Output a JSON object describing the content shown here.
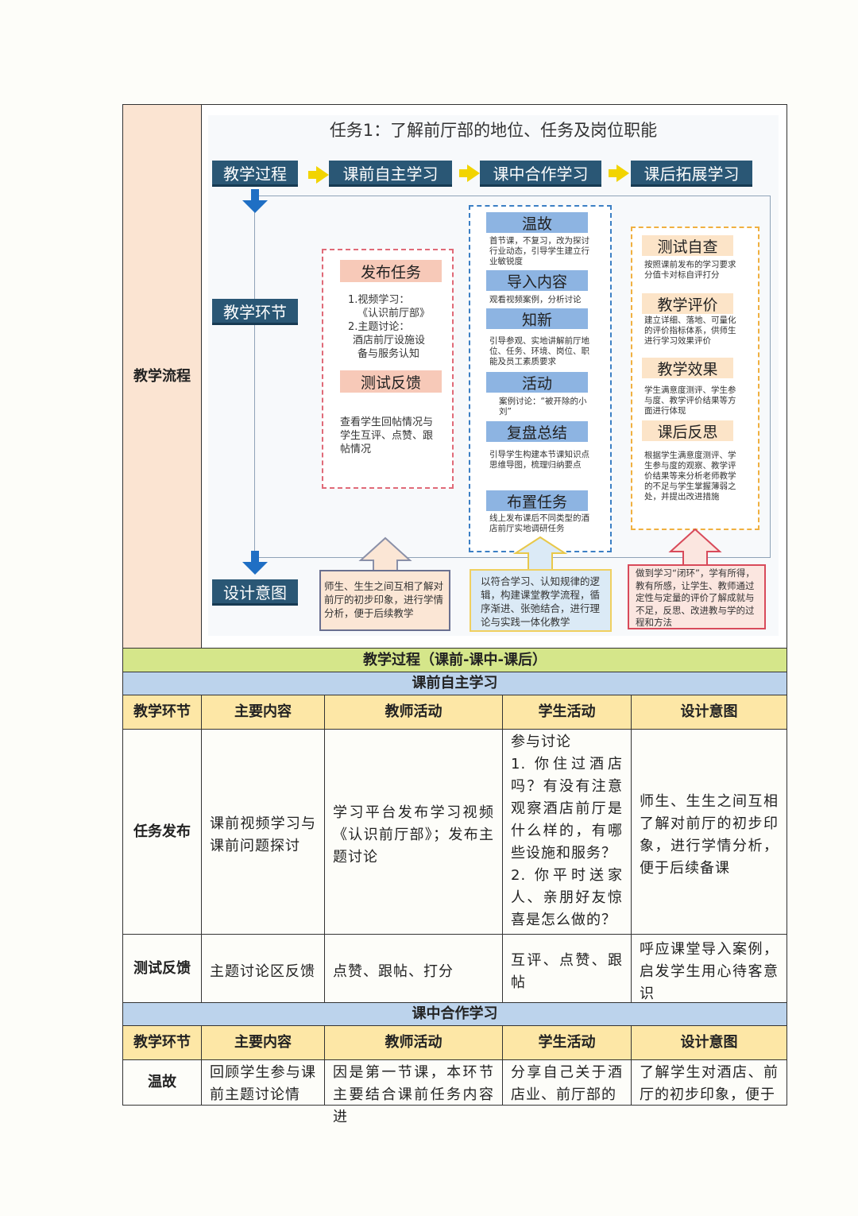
{
  "side_label": "教学流程",
  "diagram": {
    "title": "任务1：了解前厅部的地位、任务及岗位职能",
    "flow": [
      "教学过程",
      "课前自主学习",
      "课中合作学习",
      "课后拓展学习"
    ],
    "stages": [
      "教学环节",
      "设计意图"
    ],
    "pre": {
      "h1": "发布任务",
      "t1": [
        "1.视频学习：",
        "《认识前厅部》",
        "2.主题讨论：",
        "酒店前厅设施设",
        "备与服务认知"
      ],
      "h2": "测试反馈",
      "t2": "查看学生回帖情况与学生互评、点赞、跟帖情况"
    },
    "mid": [
      {
        "h": "温故",
        "t": "首节课，不复习，改为探讨行业动态，引导学生建立行业敏锐度"
      },
      {
        "h": "导入内容",
        "t": "观看视频案例，分析讨论"
      },
      {
        "h": "知新",
        "t": "引导参观、实地讲解前厅地位、任务、环境、岗位、职能及员工素质要求"
      },
      {
        "h": "活动",
        "t": "案例讨论：“被开除的小刘”"
      },
      {
        "h": "复盘总结",
        "t": "引导学生构建本节课知识点思维导图，梳理归纳要点"
      },
      {
        "h": "布置任务",
        "t": "线上发布课后不同类型的酒店前厅实地调研任务"
      }
    ],
    "post": [
      {
        "h": "测试自查",
        "t": "按照课前发布的学习要求分值卡对标自评打分"
      },
      {
        "h": "教学评价",
        "t": "建立详细、落地、可量化的评价指标体系，供师生进行学习效果评价"
      },
      {
        "h": "教学效果",
        "t": "学生满意度测评、学生参与度、教学评价结果等方面进行体现"
      },
      {
        "h": "课后反思",
        "t": "根据学生满意度测评、学生参与度的观察、教学评价结果等来分析老师教学的不足与学生掌握薄弱之处，并提出改进措施"
      }
    ],
    "intent": [
      "师生、生生之间互相了解对前厅的初步印象，进行学情分析，便于后续教学",
      "以符合学习、认知规律的逻辑，构建课堂教学流程，循序渐进、张弛结合，进行理论与实践一体化教学",
      "做到学习“闭环”，学有所得，教有所感，让学生、教师通过定性与定量的评价了解成就与不足，反思、改进教与学的过程和方法"
    ]
  },
  "table": {
    "title": "教学过程（课前-课中-课后）",
    "sec1": "课前自主学习",
    "sec2": "课中合作学习",
    "headers": [
      "教学环节",
      "主要内容",
      "教师活动",
      "学生活动",
      "设计意图"
    ],
    "rows1": [
      [
        "任务发布",
        "课前视频学习与课前问题探讨",
        "学习平台发布学习视频《认识前厅部》；发布主题讨论",
        "参与讨论\n1. 你住过酒店吗？有没有注意观察酒店前厅是什么样的，有哪些设施和服务？\n2. 你平时送家人、亲朋好友惊喜是怎么做的？",
        "师生、生生之间互相了解对前厅的初步印象，进行学情分析，便于后续备课"
      ],
      [
        "测试反馈",
        "主题讨论区反馈",
        "点赞、跟帖、打分",
        "互评、点赞、跟帖",
        "呼应课堂导入案例，启发学生用心待客意识"
      ]
    ],
    "rows2": [
      [
        "温故",
        "回顾学生参与课前主题讨论情",
        "因是第一节课，本环节主要结合课前任务内容进",
        "分享自己关于酒店业、前厅部的",
        "了解学生对酒店、前厅的初步印象，便于"
      ]
    ]
  }
}
